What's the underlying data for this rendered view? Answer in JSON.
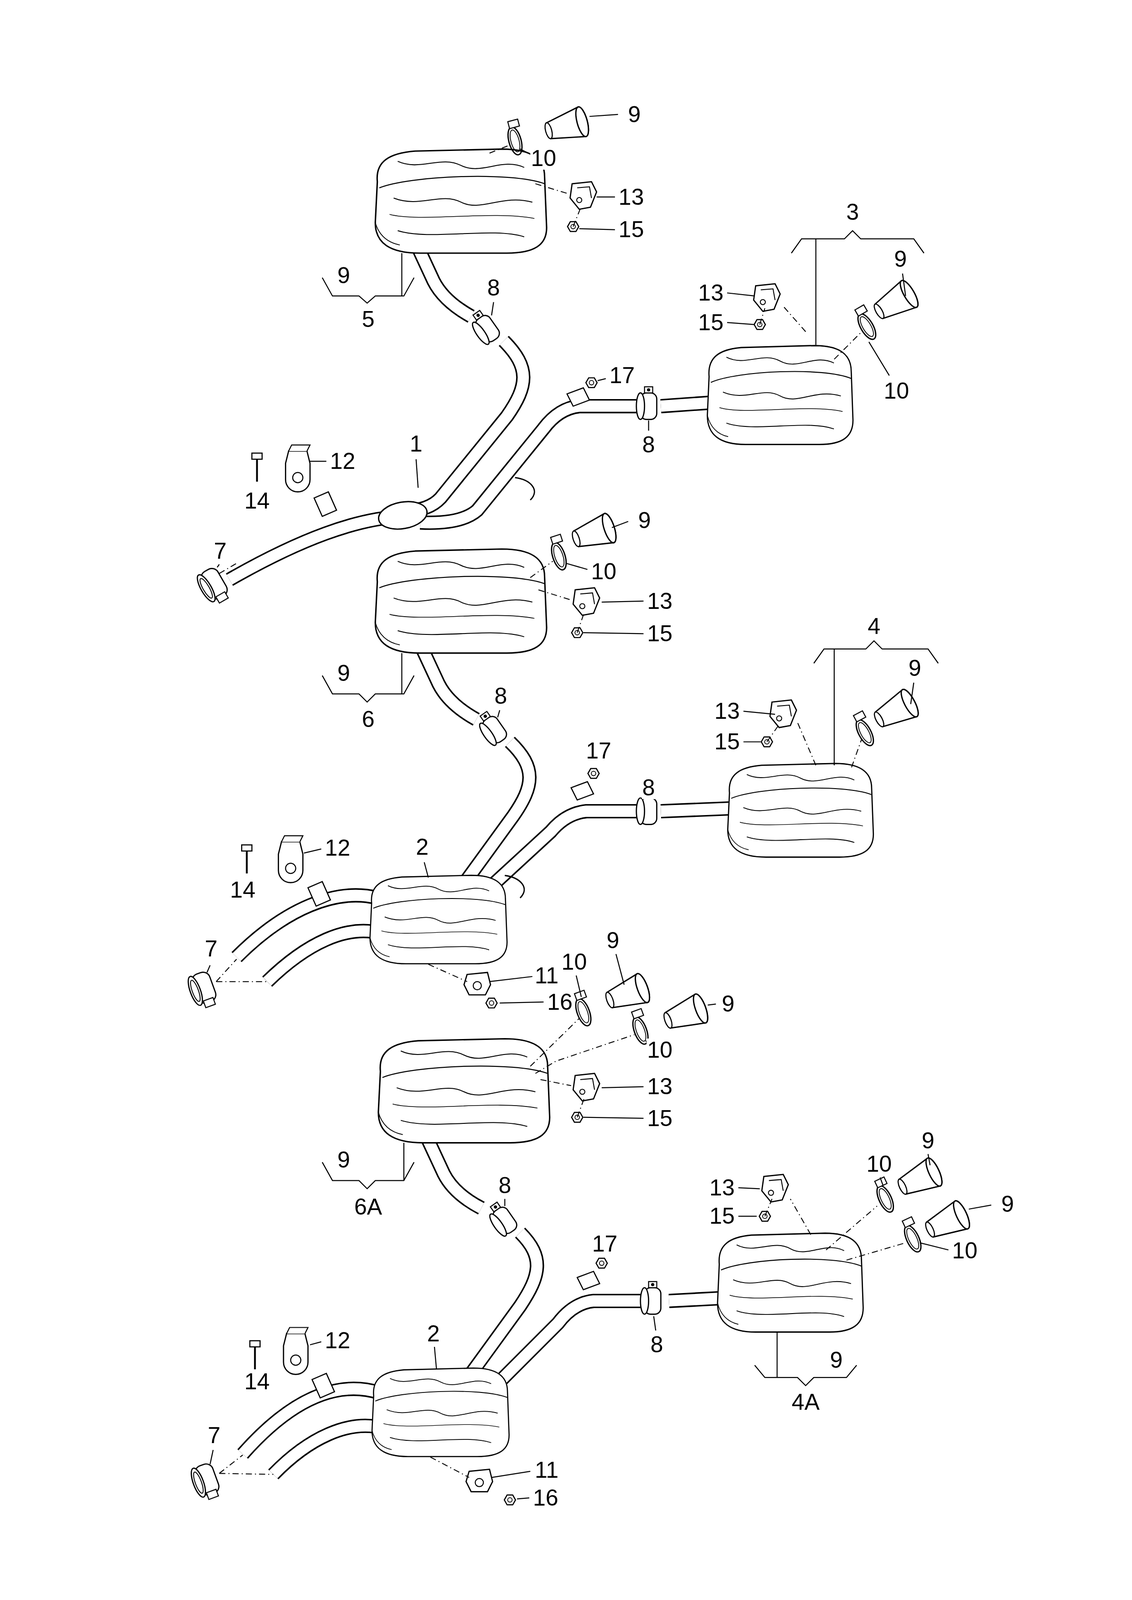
{
  "diagram": {
    "labels": [
      "9",
      "10",
      "13",
      "15",
      "9",
      "5",
      "3",
      "9",
      "13",
      "15",
      "8",
      "17",
      "8",
      "10",
      "1",
      "12",
      "14",
      "7",
      "9",
      "10",
      "13",
      "15",
      "9",
      "6",
      "4",
      "9",
      "13",
      "15",
      "8",
      "17",
      "8",
      "2",
      "12",
      "14",
      "7",
      "9",
      "10",
      "11",
      "16",
      "9",
      "10",
      "13",
      "15",
      "9",
      "6A",
      "8",
      "17",
      "9",
      "10",
      "13",
      "15",
      "9",
      "10",
      "8",
      "2",
      "12",
      "9",
      "14",
      "4A",
      "7",
      "11",
      "16"
    ]
  }
}
